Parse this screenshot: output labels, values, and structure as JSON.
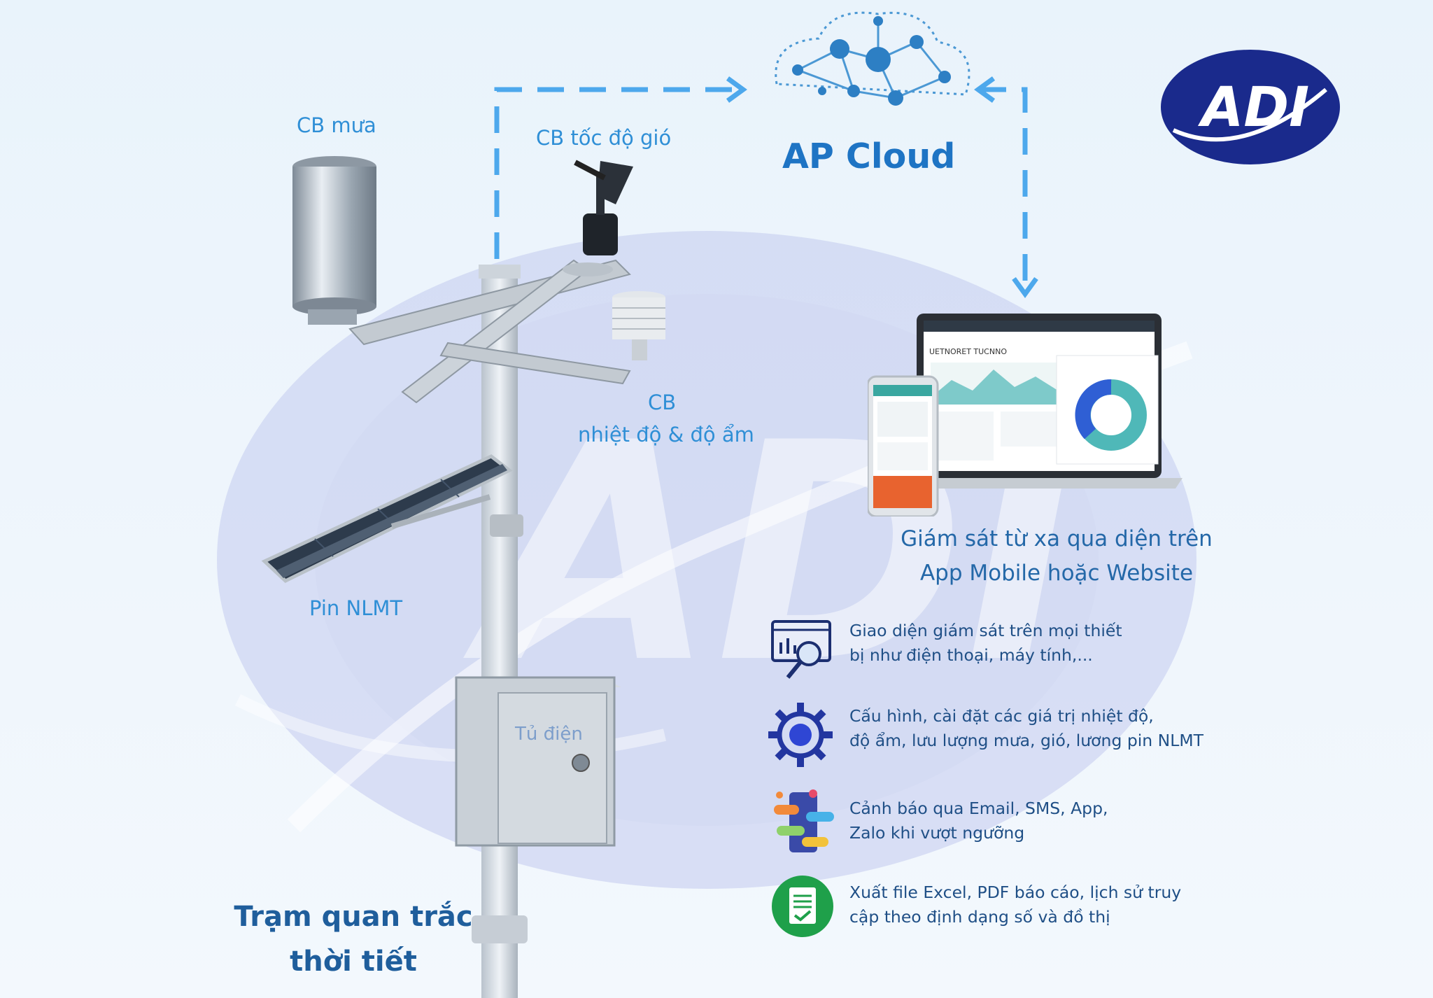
{
  "brand": {
    "logo_text": "ADI",
    "logo_color": "#1a2a8c",
    "watermark_color": "#b9c2ea"
  },
  "cloud": {
    "title": "AP Cloud",
    "color": "#1e74c4"
  },
  "sensors": {
    "rain": "CB mưa",
    "wind": "CB tốc độ gió",
    "temp_line1": "CB",
    "temp_line2": "nhiệt độ & độ ẩm",
    "solar": "Pin NLMT",
    "cabinet": "Tủ điện"
  },
  "station_title": {
    "line1": "Trạm quan trắc",
    "line2": "thời tiết"
  },
  "remote": {
    "line1": "Giám sát từ xa qua diện trên",
    "line2": "App Mobile hoặc Website"
  },
  "laptop_screen": {
    "heading": "UETNORET TUCNNO"
  },
  "features": [
    {
      "icon": "monitor-search-icon",
      "line1": "Giao diện giám sát trên mọi thiết",
      "line2": "bị như điện thoại, máy tính,..."
    },
    {
      "icon": "gear-icon",
      "line1": "Cấu hình, cài đặt các giá trị nhiệt độ,",
      "line2": "độ ẩm, lưu lượng mưa, gió, lương pin NLMT"
    },
    {
      "icon": "notification-phone-icon",
      "line1": "Cảnh báo qua Email, SMS, App,",
      "line2": "Zalo khi vượt ngưỡng"
    },
    {
      "icon": "report-file-icon",
      "line1": "Xuất file Excel, PDF báo cáo, lịch sử truy",
      "line2": "cập theo định dạng số và đồ thị"
    }
  ],
  "colors": {
    "accent": "#2f8fd6",
    "arrow": "#4da8ec",
    "feature_text": "#1f4f86"
  }
}
